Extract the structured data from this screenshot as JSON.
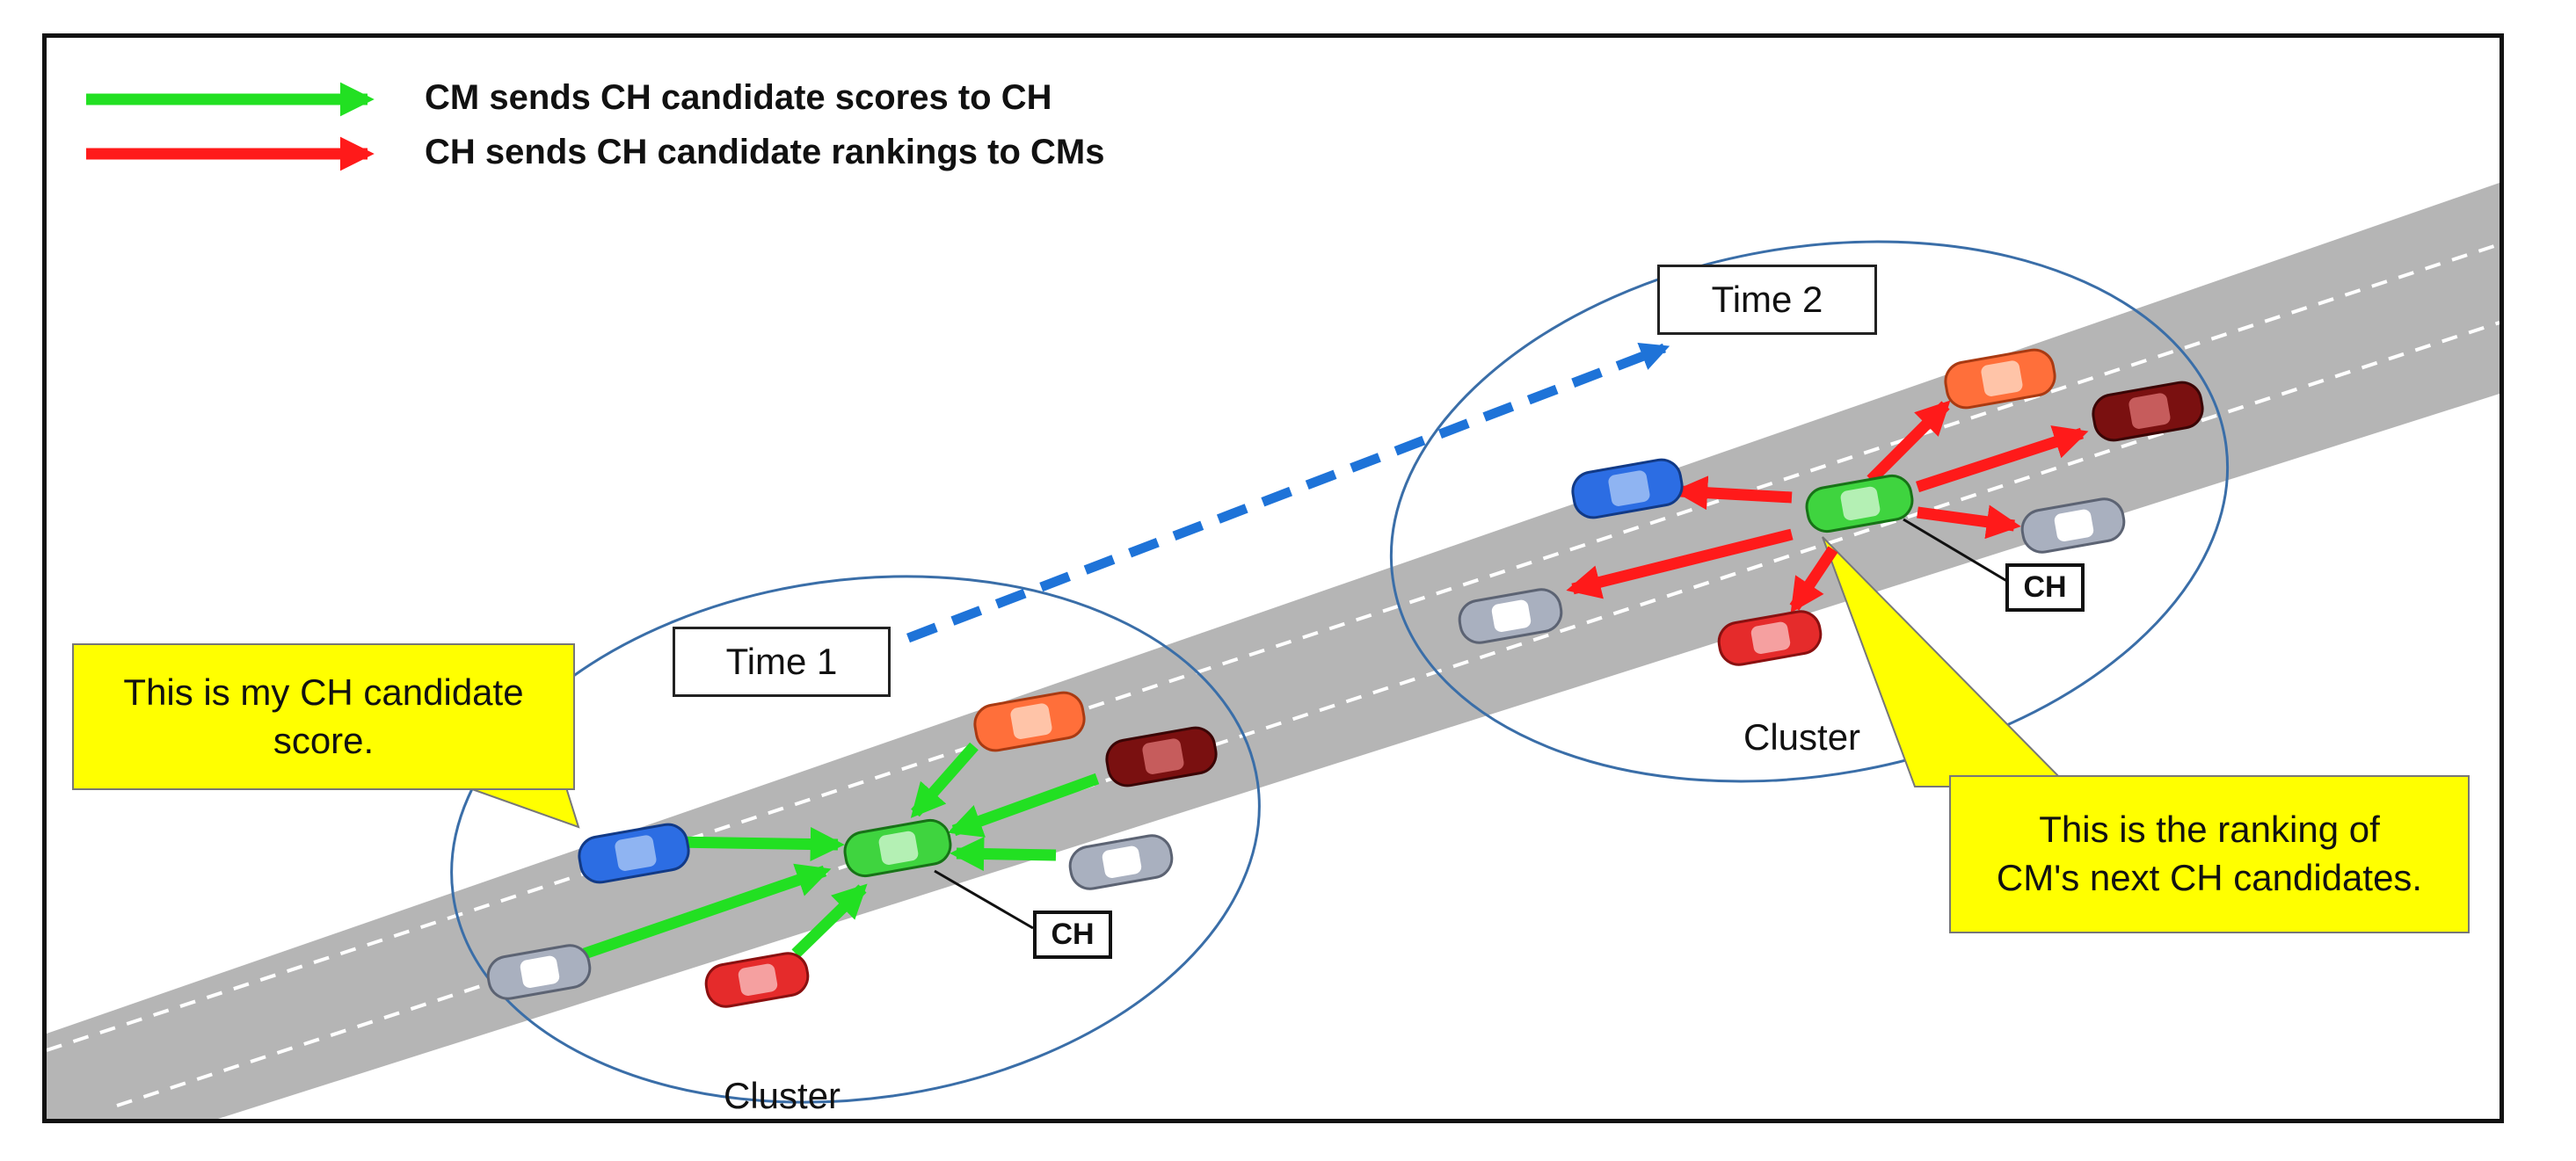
{
  "legend": {
    "green_label": "CM sends CH candidate scores to CH",
    "red_label": "CH sends CH candidate rankings to CMs",
    "green_color": "#22e022",
    "red_color": "#ff1a1a"
  },
  "time_labels": [
    "Time 1",
    "Time 2"
  ],
  "ch_label": "CH",
  "cluster_label": "Cluster",
  "callouts": {
    "left": "This is my CH candidate\nscore.",
    "right": "This is the ranking of\nCM's next CH candidates."
  },
  "colors": {
    "road": "#b5b5b5",
    "lane_marking": "#ffffff",
    "cluster_ellipse": "#3a6ea8",
    "callout_fill": "#ffff00",
    "timeline_arrow": "#1e73d8"
  },
  "vehicles": [
    "blue",
    "orange",
    "dark-red",
    "gray",
    "gray",
    "red",
    "green"
  ]
}
